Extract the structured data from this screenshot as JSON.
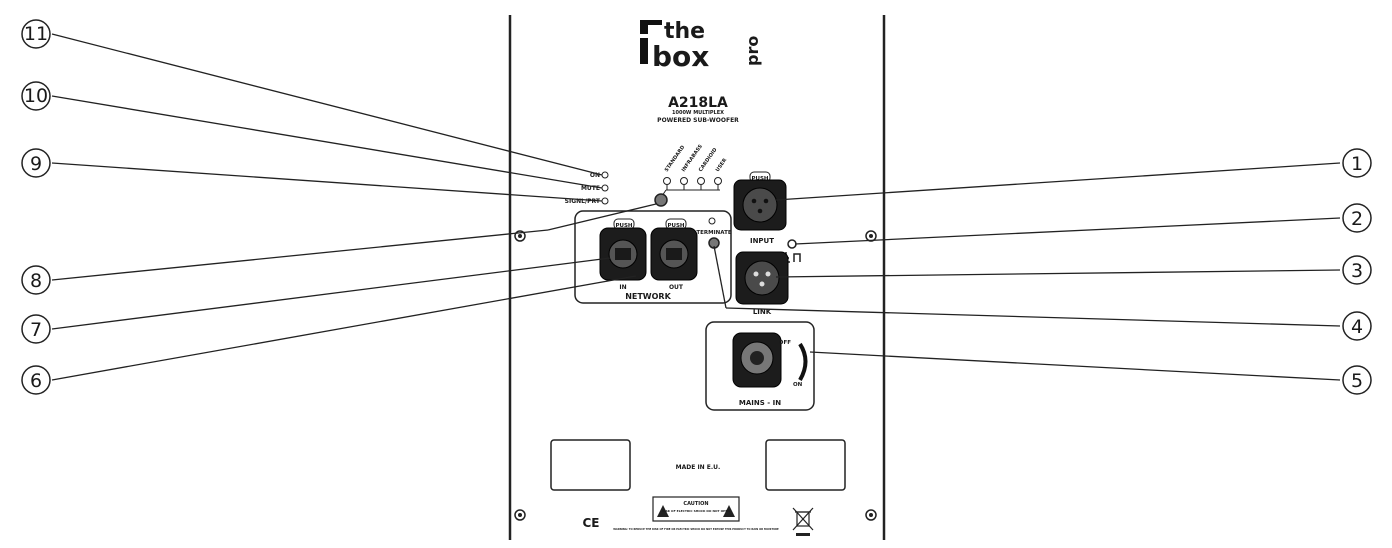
{
  "brand": {
    "the": "the",
    "box": "box",
    "pro": "pro"
  },
  "model": {
    "name": "A218LA",
    "subtitle": "1000W MULTIPLEX",
    "description": "POWERED SUB-WOOFER"
  },
  "led_panel": {
    "leds": [
      {
        "id": "on",
        "label": "ON"
      },
      {
        "id": "mute",
        "label": "MUTE"
      },
      {
        "id": "signal",
        "label": "SIGNL/PRT"
      }
    ],
    "presets": [
      "STANDARD",
      "INFRABASS",
      "CARDIOID",
      "USER"
    ]
  },
  "network": {
    "title": "NETWORK",
    "push_label": "PUSH",
    "in_label": "IN",
    "out_label": "OUT",
    "terminate_label": "TERMINATE"
  },
  "audio": {
    "push_label": "PUSH",
    "input_label": "INPUT",
    "link_label": "LINK"
  },
  "mains": {
    "label": "MAINS - IN",
    "on_label": "ON",
    "off_label": "OFF"
  },
  "footer": {
    "made_in": "MADE IN E.U.",
    "ce_mark": "CE",
    "caution_title": "CAUTION",
    "caution_text": "RISK OF ELECTRIC SHOCK DO NOT OPEN",
    "warning_text": "WARNING: TO REDUCE THE RISK OF FIRE OR ELECTRIC SHOCK DO NOT EXPOSE THIS PRODUCT TO RAIN OR MOISTURE"
  },
  "callouts": [
    "1",
    "2",
    "3",
    "4",
    "5",
    "6",
    "7",
    "8",
    "9",
    "10",
    "11"
  ]
}
